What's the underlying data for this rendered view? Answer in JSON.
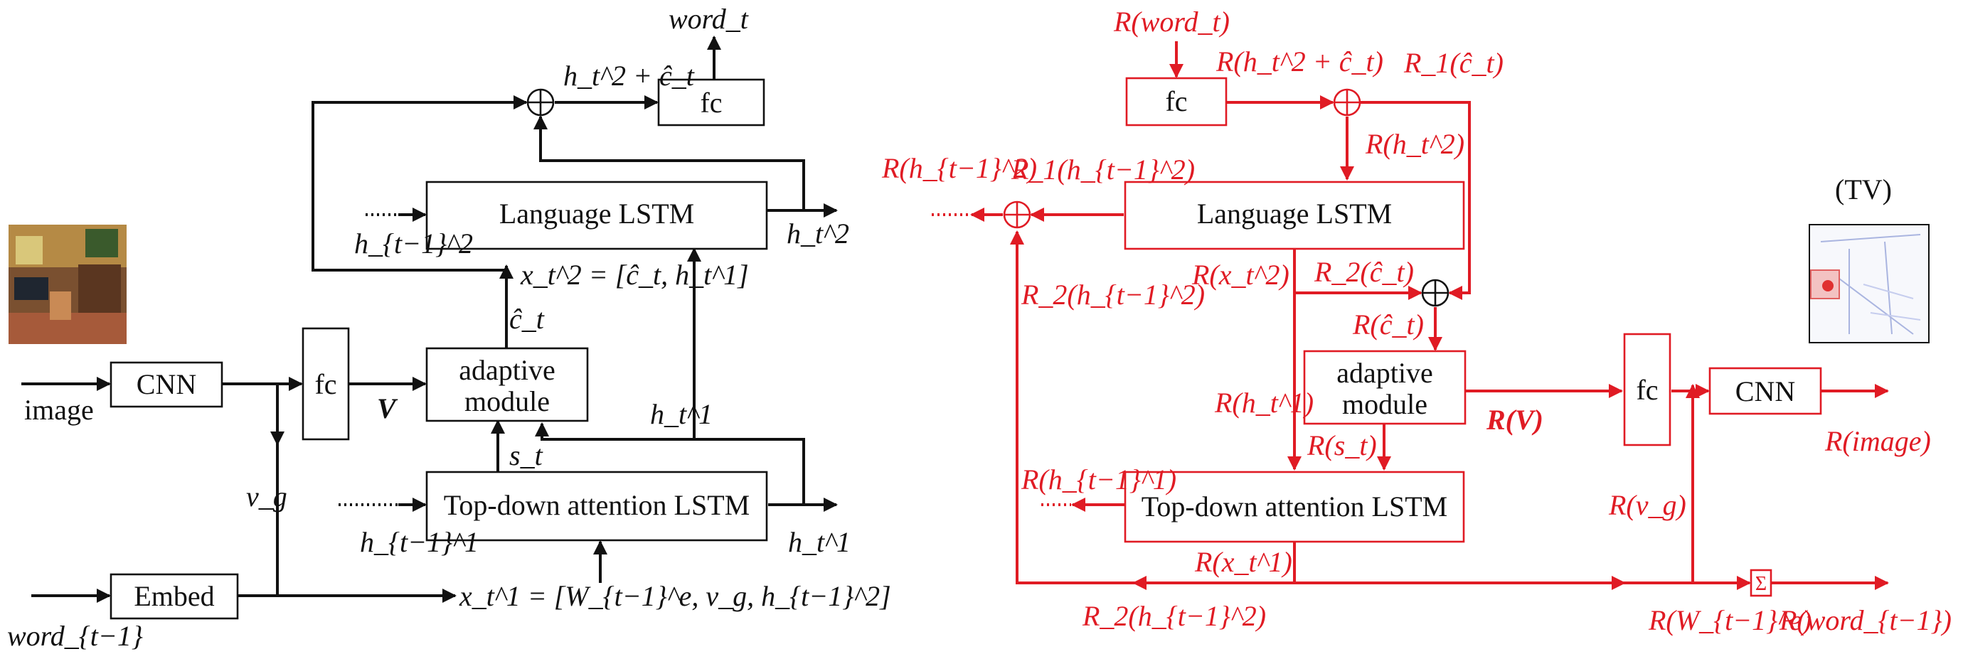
{
  "left": {
    "boxes": {
      "cnn": "CNN",
      "embed": "Embed",
      "fc_mid": "fc",
      "fc_top": "fc",
      "language_lstm": "Language LSTM",
      "adaptive_module_line1": "adaptive",
      "adaptive_module_line2": "module",
      "topdown_lstm": "Top-down attention LSTM"
    },
    "labels": {
      "image": "image",
      "word_prev": "word_{t−1}",
      "word_t": "word_t",
      "h2_plus_c": "h_t^2 + ĉ_t",
      "h2_prev": "h_{t−1}^2",
      "h2_out": "h_t^2",
      "x2_eq": "x_t^2 = [ĉ_t, h_t^1]",
      "c_hat": "ĉ_t",
      "V": "V",
      "h1_mid": "h_t^1",
      "s_t": "s_t",
      "v_g": "v_g",
      "h1_prev": "h_{t−1}^1",
      "h1_out": "h_t^1",
      "x1_eq": "x_t^1 = [W_{t−1}^e, v_g, h_{t−1}^2]"
    }
  },
  "right": {
    "boxes": {
      "fc_top": "fc",
      "language_lstm": "Language LSTM",
      "adaptive_module_line1": "adaptive",
      "adaptive_module_line2": "module",
      "topdown_lstm": "Top-down attention LSTM",
      "fc_right": "fc",
      "cnn": "CNN",
      "sigma": "Σ"
    },
    "labels": {
      "R_word_t": "R(word_t)",
      "R_h2_plus_c": "R(h_t^2 + ĉ_t)",
      "R1_c": "R_1(ĉ_t)",
      "R_h2": "R(h_t^2)",
      "R_h2_prev_left": "R(h_{t−1}^2)",
      "R1_h2_prev": "R_1(h_{t−1}^2)",
      "R_x2": "R(x_t^2)",
      "R2_c": "R_2(ĉ_t)",
      "R2_h2_prev_mid": "R_2(h_{t−1}^2)",
      "R_c": "R(ĉ_t)",
      "R_h1": "R(h_t^1)",
      "R_V": "R(V)",
      "R_s": "R(s_t)",
      "R_h1_prev": "R(h_{t−1}^1)",
      "R_x1": "R(x_t^1)",
      "R2_h2_prev_bottom": "R_2(h_{t−1}^2)",
      "R_vg": "R(v_g)",
      "R_W": "R(W_{t−1}^e)",
      "R_word_prev": "R(word_{t−1})",
      "R_image": "R(image)",
      "TV": "(TV)"
    }
  },
  "colors": {
    "forward": "#111111",
    "relevance": "#e01b24"
  }
}
